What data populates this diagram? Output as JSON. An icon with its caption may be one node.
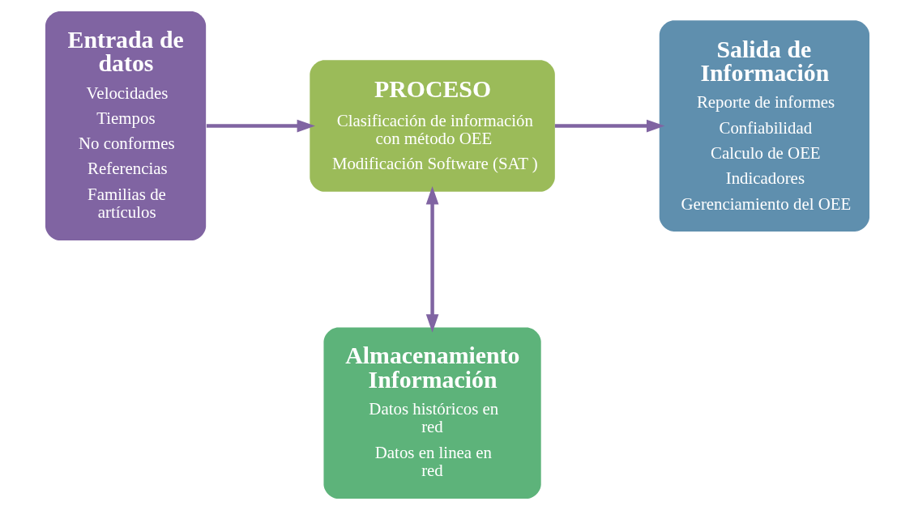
{
  "diagram": {
    "nodes": [
      {
        "text": [
          "Entrada de datos",
          "Velocidades",
          "Tiempos",
          "No conformes",
          "Referencias",
          "Familias de artículos"
        ]
      },
      {
        "text": [
          "PROCESO",
          "Clasificación de información con método OEE",
          "Modificación Software (SAT )"
        ]
      },
      {
        "text": [
          "Salida de Información",
          "Reporte de informes",
          "Confiabilidad",
          "Calculo de OEE",
          "Indicadores",
          "Gerenciamiento del OEE"
        ]
      },
      {
        "text": [
          "Almacenamiento Información",
          "Datos históricos en red",
          "Datos en linea en red"
        ]
      }
    ],
    "edges": [
      {
        "from": 0,
        "to": 1,
        "arrow": "to"
      },
      {
        "from": 1,
        "to": 2,
        "arrow": "to"
      },
      {
        "from": 1,
        "to": 3,
        "arrow": "both"
      }
    ]
  }
}
